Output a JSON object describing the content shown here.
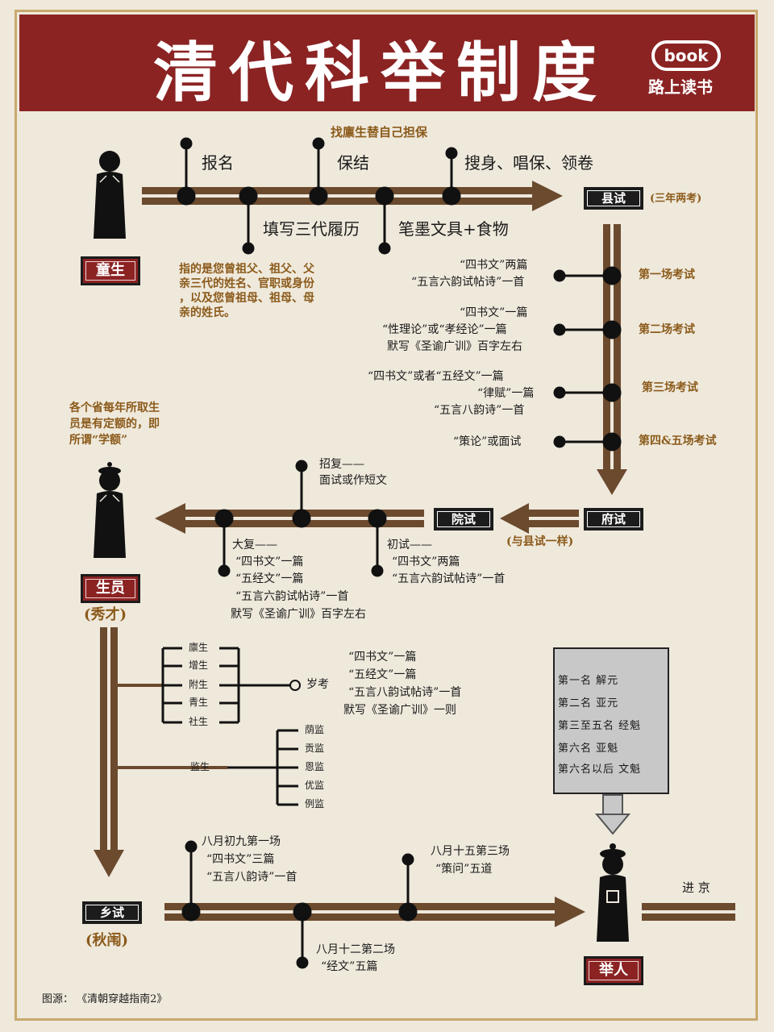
{
  "header": {
    "title": "清代科举制度",
    "logo_book": "book",
    "logo_text": "路上读书"
  },
  "stage1": {
    "tongsheng": "童生",
    "steps_top": [
      "报名",
      "保结",
      "搜身、唱保、领卷"
    ],
    "note_top": "找廪生替自己担保",
    "steps_bottom": [
      "填写三代履历",
      "笔墨文具+食物"
    ],
    "note_lineage": [
      "指的是您曾祖父、祖父、父",
      "亲三代的姓名、官职或身份",
      "，以及您曾祖母、祖母、母",
      "亲的姓氏。"
    ],
    "xianshi": "县试",
    "xianshi_note": "(三年两考)"
  },
  "xianshi_rounds": [
    {
      "name": "第一场考试",
      "content": [
        "“四书文”两篇",
        "“五言六韵试帖诗”一首"
      ]
    },
    {
      "name": "第二场考试",
      "content": [
        "“四书文”一篇",
        "“性理论”或“孝经论”一篇",
        "默写《圣谕广训》百字左右"
      ]
    },
    {
      "name": "第三场考试",
      "content": [
        "“四书文”或者“五经文”一篇",
        "“律赋”一篇",
        "“五言八韵诗”一首"
      ]
    },
    {
      "name": "第四&五场考试",
      "content": [
        "“策论”或面试"
      ]
    }
  ],
  "stage2": {
    "quota_note": [
      "各个省每年所取生",
      "员是有定额的，即",
      "所谓“学额”"
    ],
    "fushi": "府试",
    "fushi_note": "(与县试一样)",
    "yuanshi": "院试",
    "zhaofu": [
      "招复——",
      "面试或作短文"
    ],
    "chushi": [
      "初试——",
      "“四书文”两篇",
      "“五言六韵试帖诗”一首"
    ],
    "dafu": [
      "大复——",
      "“四书文”一篇",
      "“五经文”一篇",
      "“五言六韵试帖诗”一首",
      "默写《圣谕广训》百字左右"
    ],
    "shengyuan": "生员",
    "xiucai": "(秀才)"
  },
  "stage3": {
    "categories": [
      "廪生",
      "增生",
      "附生",
      "青生",
      "社生"
    ],
    "suikao": "岁考",
    "suikao_content": [
      "“四书文”一篇",
      "“五经文”一篇",
      "“五言八韵试帖诗”一首",
      "默写《圣谕广训》一则"
    ],
    "jiansheng": "监生",
    "jian_types": [
      "荫监",
      "贡监",
      "恩监",
      "优监",
      "例监"
    ]
  },
  "ranks": [
    "第一名  解元",
    "第二名  亚元",
    "第三至五名  经魁",
    "第六名  亚魁",
    "第六名以后  文魁"
  ],
  "stage4": {
    "xiangshi": "乡试",
    "qiuwei": "(秋闱)",
    "session1": [
      "八月初九第一场",
      "“四书文”三篇",
      "“五言八韵诗”一首"
    ],
    "session2": [
      "八月十二第二场",
      "“经文”五篇"
    ],
    "session3": [
      "八月十五第三场",
      "“策问”五道"
    ],
    "juren": "举人",
    "jinjing": "进 京"
  },
  "source": "图源：  《清朝穿越指南2》",
  "colors": {
    "header": "#8b2323",
    "track": "#6b4a2e",
    "background": "#efe9dc",
    "note": "#8b5a1a"
  }
}
